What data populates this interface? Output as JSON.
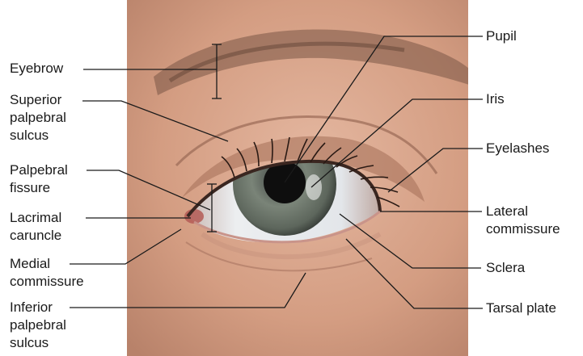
{
  "labels": {
    "eyebrow": "Eyebrow",
    "superior_palpebral_sulcus": [
      "Superior",
      "palpebral",
      "sulcus"
    ],
    "palpebral_fissure": [
      "Palpebral",
      "fissure"
    ],
    "lacrimal_caruncle": [
      "Lacrimal",
      "caruncle"
    ],
    "medial_commissure": [
      "Medial",
      "commissure"
    ],
    "inferior_palpebral_sulcus": [
      "Inferior",
      "palpebral",
      "sulcus"
    ],
    "pupil": "Pupil",
    "iris": "Iris",
    "eyelashes": "Eyelashes",
    "lateral_commissure": [
      "Lateral",
      "commissure"
    ],
    "sclera": "Sclera",
    "tarsal_plate": "Tarsal plate"
  },
  "colors": {
    "skin": "#d9a88e",
    "skin_shadow": "#b88068",
    "iris": "#6f7a6e",
    "pupil": "#0e0e0e",
    "sclera": "#eef0f2",
    "eyebrow": "#6b4a3c",
    "leader": "#1a1a1a"
  }
}
